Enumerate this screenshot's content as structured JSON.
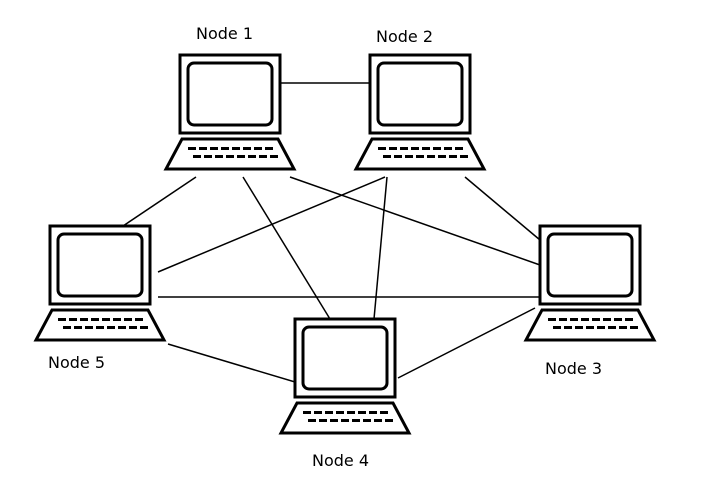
{
  "nodes": [
    {
      "id": "n1",
      "label": "Node 1"
    },
    {
      "id": "n2",
      "label": "Node 2"
    },
    {
      "id": "n3",
      "label": "Node 3"
    },
    {
      "id": "n4",
      "label": "Node 4"
    },
    {
      "id": "n5",
      "label": "Node 5"
    }
  ],
  "edges": [
    [
      "n1",
      "n2"
    ],
    [
      "n1",
      "n5"
    ],
    [
      "n1",
      "n4"
    ],
    [
      "n1",
      "n3"
    ],
    [
      "n2",
      "n5"
    ],
    [
      "n2",
      "n4"
    ],
    [
      "n2",
      "n3"
    ],
    [
      "n5",
      "n3"
    ],
    [
      "n5",
      "n4"
    ],
    [
      "n4",
      "n3"
    ]
  ],
  "colors": {
    "line": "#000000",
    "background": "#ffffff"
  }
}
